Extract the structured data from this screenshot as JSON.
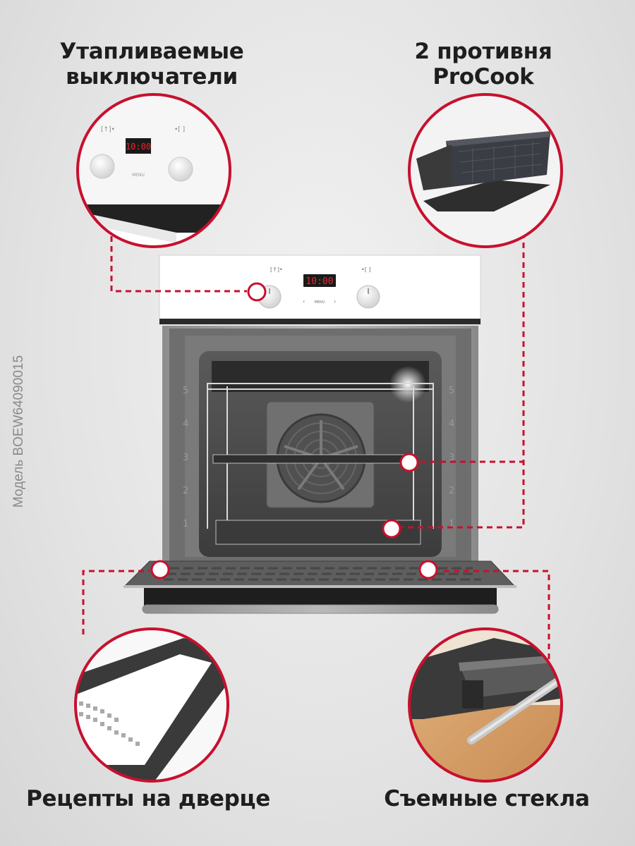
{
  "captions": {
    "top_left": [
      "Утапливаемые",
      "выключатели"
    ],
    "top_right": [
      "2 противня",
      "ProCook"
    ],
    "bottom_left": "Рецепты на дверце",
    "bottom_right": "Съемные стекла"
  },
  "model_label": "Модель BOEW64090015",
  "oven": {
    "display_time": "10:00",
    "menu_label": "MENU",
    "shelf_levels": [
      "5",
      "4",
      "3",
      "2",
      "1"
    ]
  },
  "colors": {
    "accent": "#c8102e",
    "panel": "#ffffff",
    "display_bg": "#1a1a1a",
    "display_digits": "#e8292f"
  }
}
